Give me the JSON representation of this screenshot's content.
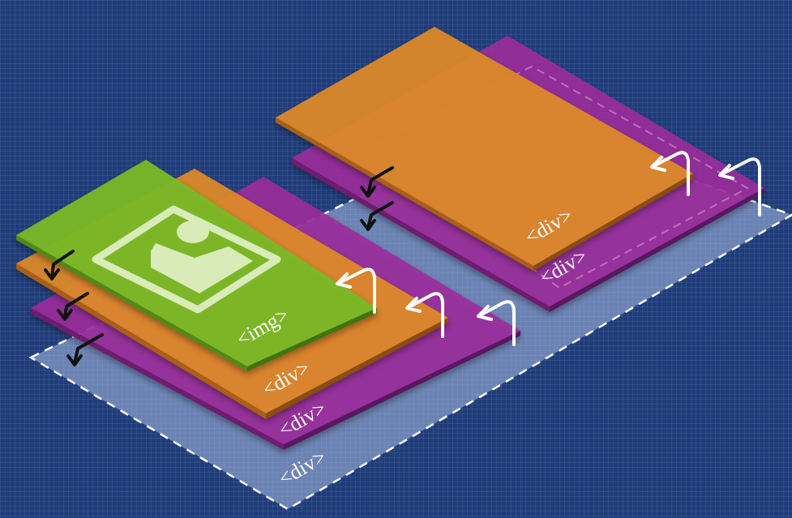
{
  "title": "",
  "colors": {
    "background": "#1f3d7a",
    "container": "#8fa8d6",
    "div_purple": "#9b2d9b",
    "div_orange": "#e08a26",
    "img_green": "#7ab828",
    "arrow_black": "#111111",
    "arrow_white": "#ffffff"
  },
  "icons": [
    "image-icon",
    "arrow-icon"
  ],
  "left_stack": {
    "container_label": "<div>",
    "purple_label": "<div>",
    "orange_label": "<div>",
    "img_label": "<img>"
  },
  "right_stack": {
    "purple_label": "<div>",
    "orange_label": "<div>"
  }
}
